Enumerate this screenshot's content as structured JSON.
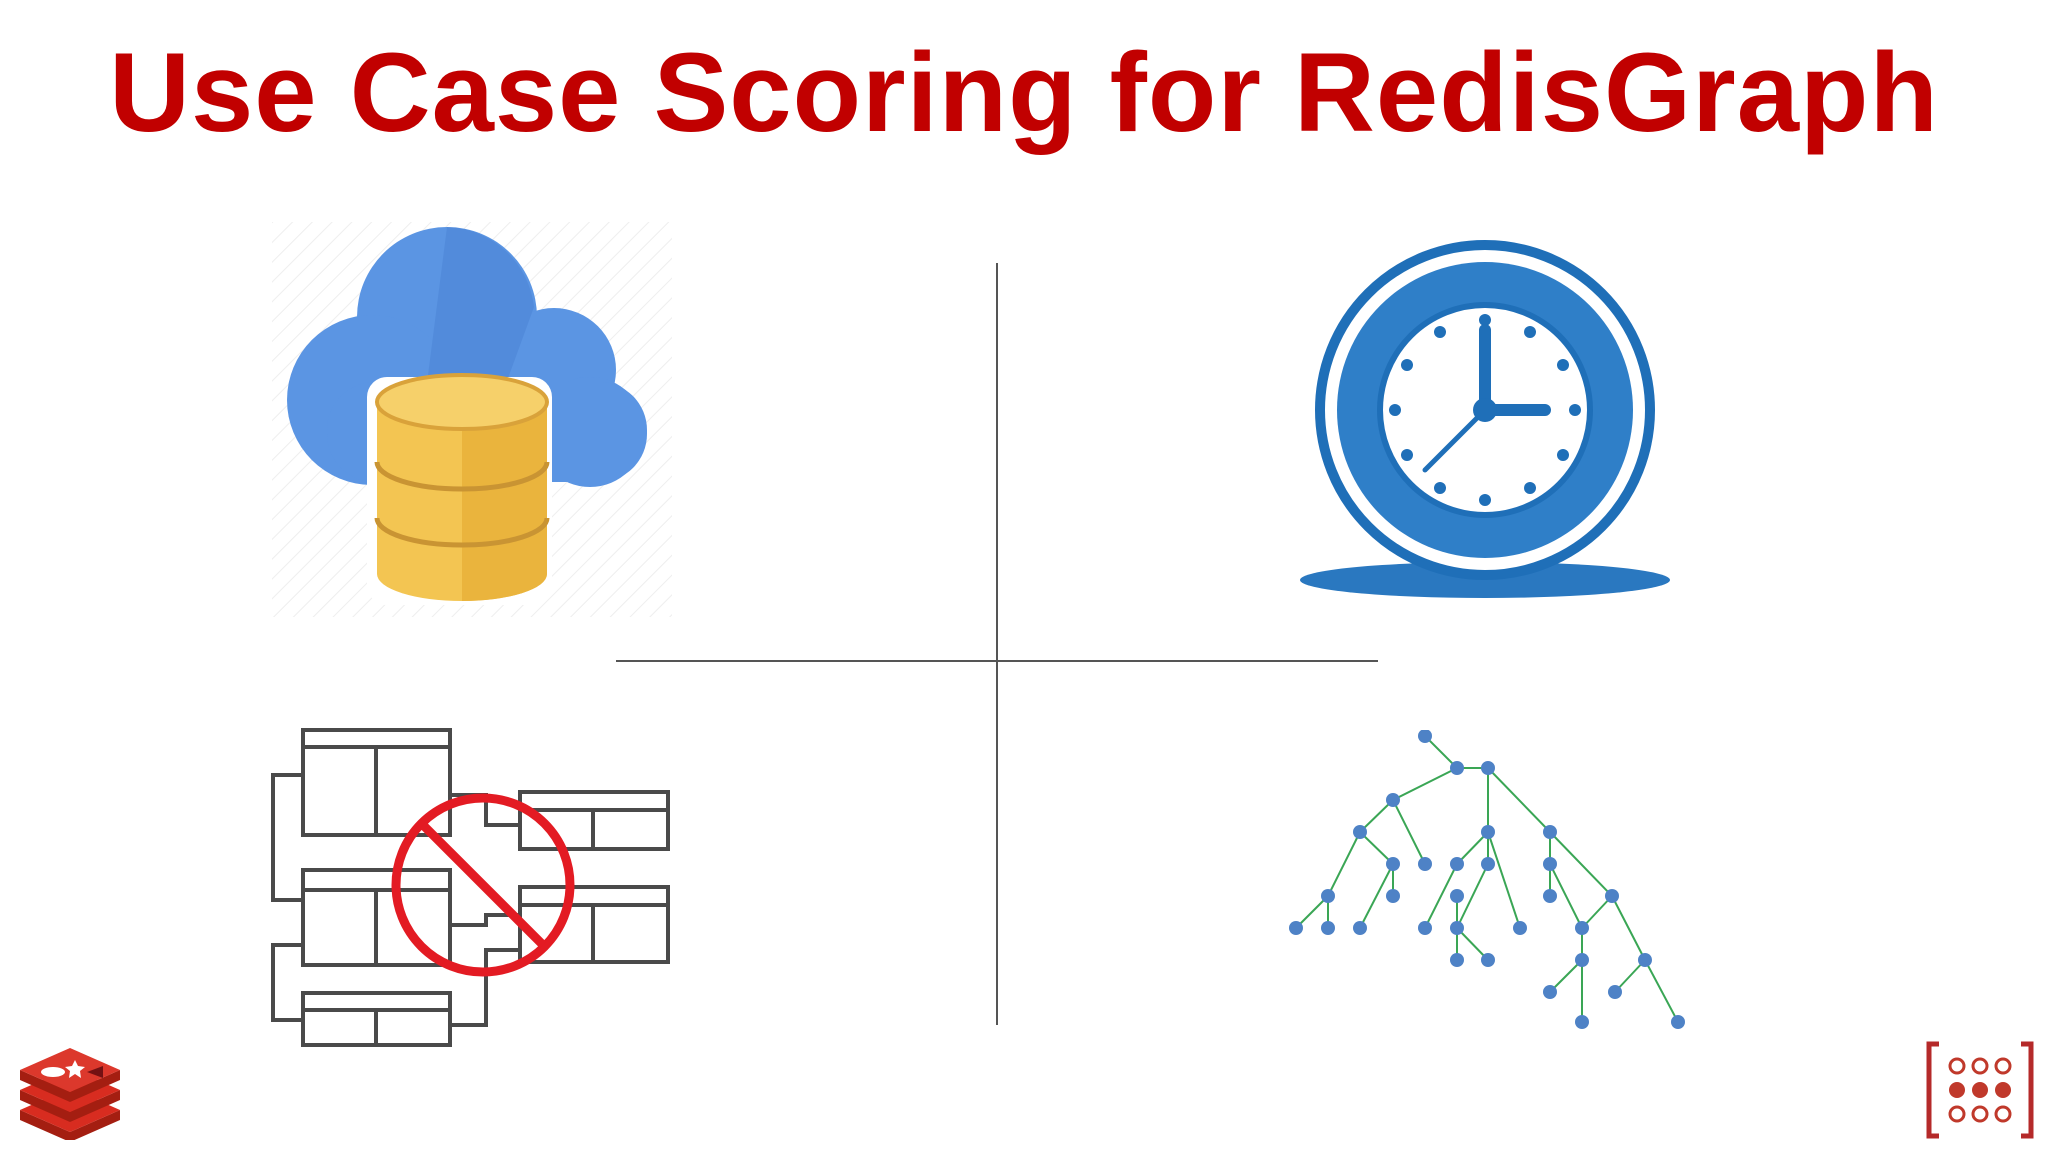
{
  "slide": {
    "title": "Use Case Scoring for RedisGraph"
  },
  "quadrants": [
    {
      "position": "top-left",
      "icon": "cloud-database-icon"
    },
    {
      "position": "top-right",
      "icon": "clock-icon"
    },
    {
      "position": "bottom-left",
      "icon": "no-relational-tables-icon"
    },
    {
      "position": "bottom-right",
      "icon": "tree-graph-icon"
    }
  ],
  "branding": {
    "left_logo": "redis-logo-icon",
    "right_logo": "bracket-dots-logo-icon"
  },
  "colors": {
    "title": "#c10000",
    "cloud": "#5b95e3",
    "database": "#f3c552",
    "clock": "#1f6fb8",
    "prohibit": "#e31b23",
    "tree_edge": "#3aa655",
    "tree_node": "#4e82c6"
  }
}
